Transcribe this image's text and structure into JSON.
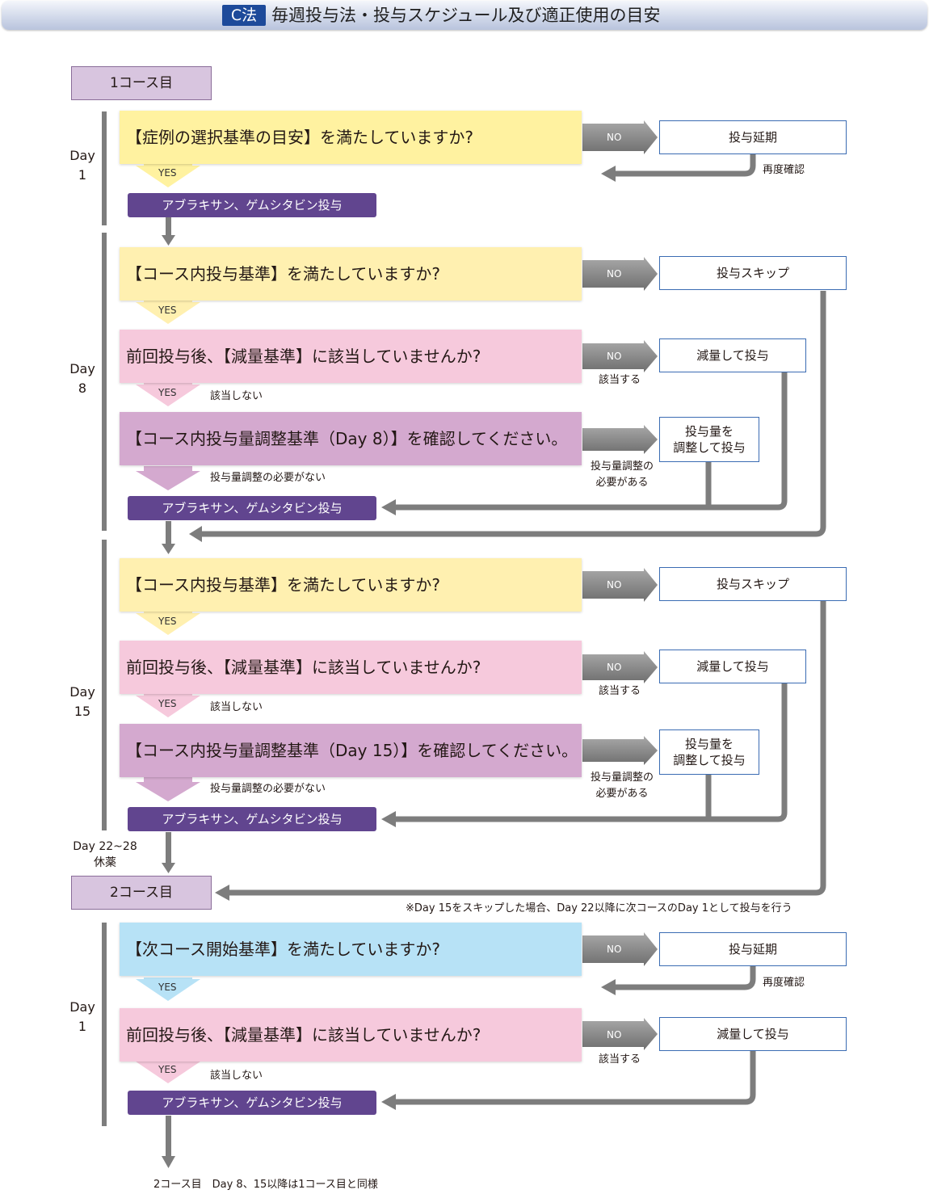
{
  "header": {
    "tag": "C法",
    "title": "毎週投与法・投与スケジュール及び適正使用の目安"
  },
  "courses": {
    "course1": "1コース目",
    "course2": "2コース目"
  },
  "days": {
    "d1_label": "Day",
    "d1_num": "1",
    "d8_label": "Day",
    "d8_num": "8",
    "d15_label": "Day",
    "d15_num": "15",
    "rest_days": "Day 22~28",
    "rest_label": "休薬",
    "c2d1_label": "Day",
    "c2d1_num": "1"
  },
  "questions": {
    "q_case_selection": "【症例の選択基準の目安】を満たしていますか?",
    "q_in_course_8": "【コース内投与基準】を満たしていますか?",
    "q_reduction_8": "前回投与後、【減量基準】に該当していませんか?",
    "q_dose_adjust_8": "【コース内投与量調整基準（Day 8）】を確認してください。",
    "q_in_course_15": "【コース内投与基準】を満たしていますか?",
    "q_reduction_15": "前回投与後、【減量基準】に該当していませんか?",
    "q_dose_adjust_15": "【コース内投与量調整基準（Day 15）】を確認してください。",
    "q_next_course": "【次コース開始基準】を満たしていますか?",
    "q_reduction_c2": "前回投与後、【減量基準】に該当していませんか?"
  },
  "actions": {
    "administer": "アブラキサン、ゲムシタビン投与"
  },
  "outcomes": {
    "postpone": "投与延期",
    "skip": "投与スキップ",
    "reduce": "減量して投与",
    "adjust_line1": "投与量を",
    "adjust_line2": "調整して投与"
  },
  "labels": {
    "no": "NO",
    "yes": "YES",
    "recheck": "再度確認",
    "applicable": "該当する",
    "not_applicable": "該当しない",
    "no_adjust_needed": "投与量調整の必要がない",
    "adjust_needed_line1": "投与量調整の",
    "adjust_needed_line2": "必要がある"
  },
  "notes": {
    "skip_note": "※Day 15をスキップした場合、Day 22以降に次コースのDay 1として投与を行う",
    "footer": "2コース目　Day 8、15以降は1コース目と同様"
  },
  "colors": {
    "header_tag": "#1d4a9a",
    "course_box": "#d8c5df",
    "yellow": "#fff2a0",
    "pink": "#f6c9dc",
    "purple": "#d4a9cf",
    "blue": "#b7e2f6",
    "admin": "#61458f",
    "outcome_border": "#3b6cb3",
    "connector": "#7d7d7d"
  }
}
